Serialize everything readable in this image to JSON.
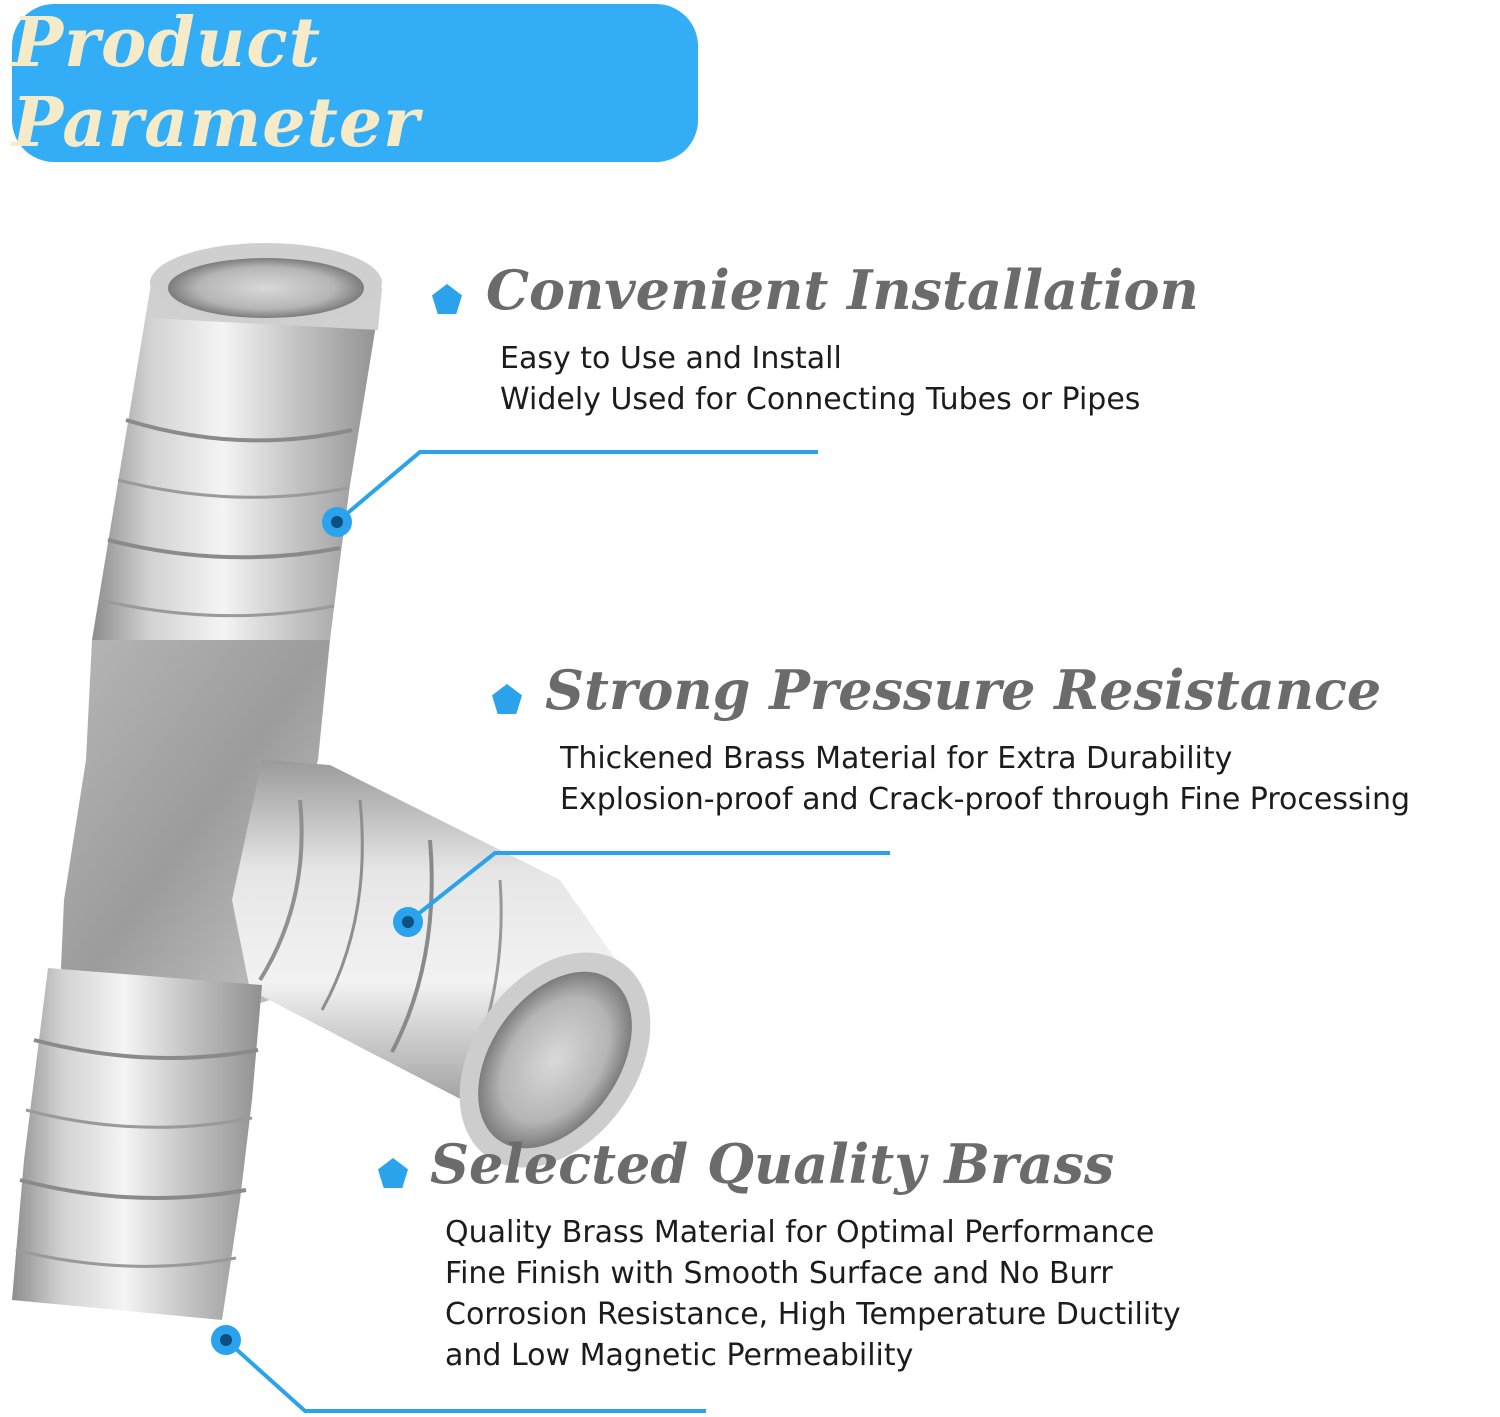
{
  "header": {
    "title": "Product Parameter"
  },
  "features": [
    {
      "title": "Convenient Installation",
      "lines": [
        "Easy to Use and Install",
        "Widely Used for Connecting Tubes or Pipes"
      ]
    },
    {
      "title": "Strong Pressure Resistance",
      "lines": [
        "Thickened Brass Material for Extra Durability",
        "Explosion-proof and Crack-proof through Fine Processing"
      ]
    },
    {
      "title": "Selected Quality Brass",
      "lines": [
        "Quality Brass Material for Optimal Performance",
        "Fine Finish with Smooth Surface and No Burr",
        "Corrosion Resistance, High Temperature Ductility",
        "and Low Magnetic Permeability"
      ]
    }
  ],
  "colors": {
    "accent": "#33adf5",
    "title_text": "#f6ebc8",
    "feature_title": "#6b6b6b",
    "body_text": "#1c1c1c"
  }
}
